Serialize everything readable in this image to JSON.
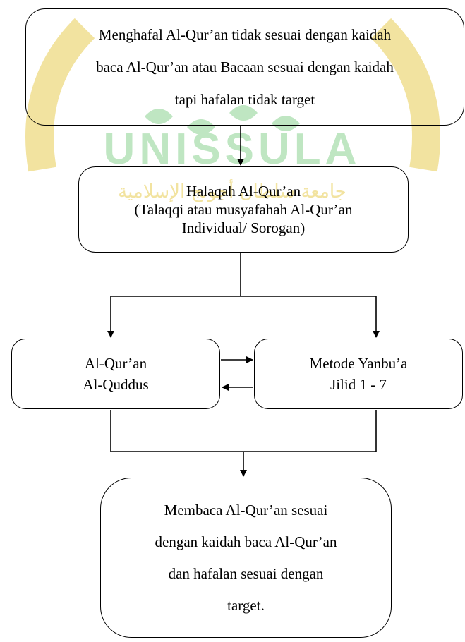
{
  "watermark": {
    "text": "UNISSULA",
    "arabic": "جامعة سلطان أجونج الإسلامية",
    "color_gold": "#f2e3a0",
    "color_green": "#bfe6c2"
  },
  "nodes": {
    "problem": {
      "lines": [
        "Menghafal Al-Qur’an tidak sesuai dengan kaidah",
        "baca Al-Qur’an atau Bacaan sesuai dengan kaidah",
        "tapi hafalan tidak target"
      ]
    },
    "halaqah": {
      "lines": [
        "Halaqah Al-Qur’an",
        "(Talaqqi atau musyafahah Al-Qur’an",
        "Individual/ Sorogan)"
      ]
    },
    "quran": {
      "lines": [
        "Al-Qur’an",
        "Al-Quddus"
      ]
    },
    "yanbua": {
      "lines": [
        "Metode Yanbu’a",
        "Jilid 1 - 7"
      ]
    },
    "result": {
      "lines": [
        "Membaca Al-Qur’an sesuai",
        "dengan kaidah baca Al-Qur’an",
        "dan hafalan sesuai  dengan",
        "target."
      ]
    }
  }
}
